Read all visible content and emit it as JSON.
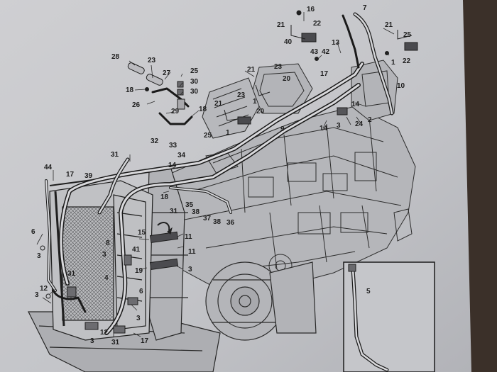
{
  "callouts": [
    {
      "id": "c16",
      "text": "16"
    },
    {
      "id": "c7",
      "text": "7"
    },
    {
      "id": "c21a",
      "text": "21"
    },
    {
      "id": "c22a",
      "text": "22"
    },
    {
      "id": "c40",
      "text": "40"
    },
    {
      "id": "c13",
      "text": "13"
    },
    {
      "id": "c43",
      "text": "43"
    },
    {
      "id": "c42",
      "text": "42"
    },
    {
      "id": "c21b",
      "text": "21"
    },
    {
      "id": "c25a",
      "text": "25"
    },
    {
      "id": "c1a",
      "text": "1"
    },
    {
      "id": "c22b",
      "text": "22"
    },
    {
      "id": "c28",
      "text": "28"
    },
    {
      "id": "c23a",
      "text": "23"
    },
    {
      "id": "c27",
      "text": "27"
    },
    {
      "id": "c25b",
      "text": "25"
    },
    {
      "id": "c30a",
      "text": "30"
    },
    {
      "id": "c30b",
      "text": "30"
    },
    {
      "id": "c18a",
      "text": "18"
    },
    {
      "id": "c26",
      "text": "26"
    },
    {
      "id": "c29",
      "text": "29"
    },
    {
      "id": "c18b",
      "text": "18"
    },
    {
      "id": "c21c",
      "text": "21"
    },
    {
      "id": "c23b",
      "text": "23"
    },
    {
      "id": "c20a",
      "text": "20"
    },
    {
      "id": "c17a",
      "text": "17"
    },
    {
      "id": "c10",
      "text": "10"
    },
    {
      "id": "c21d",
      "text": "21"
    },
    {
      "id": "c23c",
      "text": "23"
    },
    {
      "id": "c1b",
      "text": "1"
    },
    {
      "id": "c20b",
      "text": "20"
    },
    {
      "id": "c9",
      "text": "9"
    },
    {
      "id": "c1c",
      "text": "1"
    },
    {
      "id": "c14a",
      "text": "14"
    },
    {
      "id": "c2",
      "text": "2"
    },
    {
      "id": "c14b",
      "text": "14"
    },
    {
      "id": "c3a",
      "text": "3"
    },
    {
      "id": "c24",
      "text": "24"
    },
    {
      "id": "c32",
      "text": "32"
    },
    {
      "id": "c33",
      "text": "33"
    },
    {
      "id": "c25c",
      "text": "25"
    },
    {
      "id": "c34",
      "text": "34"
    },
    {
      "id": "c31a",
      "text": "31"
    },
    {
      "id": "c14c",
      "text": "14"
    },
    {
      "id": "c44",
      "text": "44"
    },
    {
      "id": "c17b",
      "text": "17"
    },
    {
      "id": "c39",
      "text": "39"
    },
    {
      "id": "c18c",
      "text": "18"
    },
    {
      "id": "c35",
      "text": "35"
    },
    {
      "id": "c31b",
      "text": "31"
    },
    {
      "id": "c38a",
      "text": "38"
    },
    {
      "id": "c37",
      "text": "37"
    },
    {
      "id": "c38b",
      "text": "38"
    },
    {
      "id": "c36",
      "text": "36"
    },
    {
      "id": "c6a",
      "text": "6"
    },
    {
      "id": "c3b",
      "text": "3"
    },
    {
      "id": "c8",
      "text": "8"
    },
    {
      "id": "c3c",
      "text": "3"
    },
    {
      "id": "c41",
      "text": "41"
    },
    {
      "id": "c15",
      "text": "15"
    },
    {
      "id": "c11a",
      "text": "11"
    },
    {
      "id": "c11b",
      "text": "11"
    },
    {
      "id": "c3d",
      "text": "3"
    },
    {
      "id": "c4",
      "text": "4"
    },
    {
      "id": "c19",
      "text": "19"
    },
    {
      "id": "c31c",
      "text": "31"
    },
    {
      "id": "c12a",
      "text": "12"
    },
    {
      "id": "c3e",
      "text": "3"
    },
    {
      "id": "c6b",
      "text": "6"
    },
    {
      "id": "c3f",
      "text": "3"
    },
    {
      "id": "c12b",
      "text": "12"
    },
    {
      "id": "c3g",
      "text": "3"
    },
    {
      "id": "c31d",
      "text": "31"
    },
    {
      "id": "c17c",
      "text": "17"
    },
    {
      "id": "c5",
      "text": "5"
    }
  ]
}
